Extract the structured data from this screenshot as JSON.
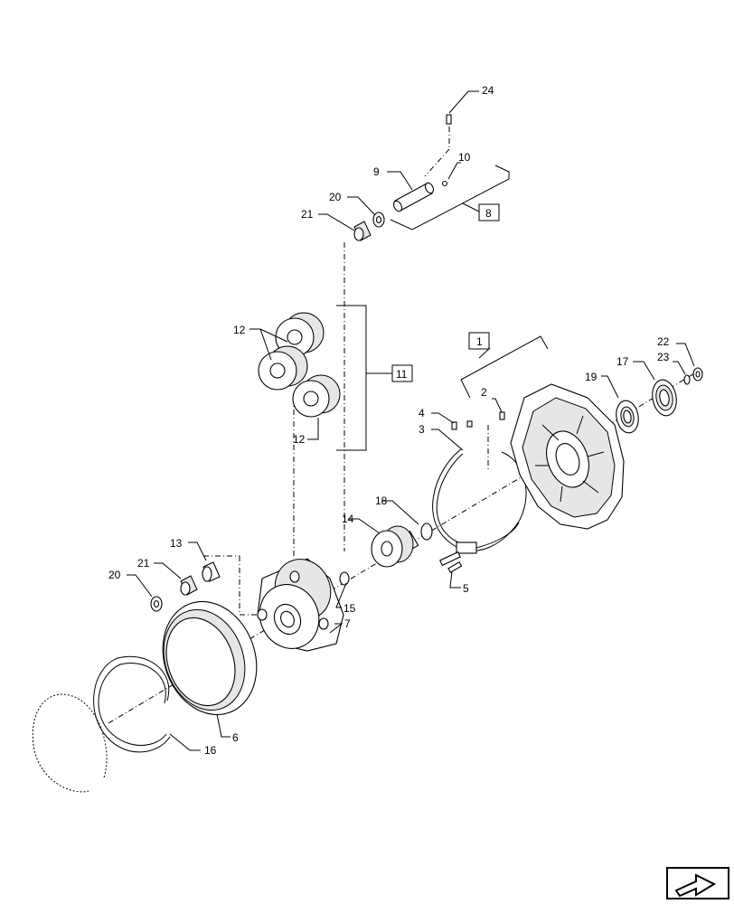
{
  "callouts": {
    "c1": "1",
    "c2": "2",
    "c3": "3",
    "c4": "4",
    "c5": "5",
    "c6": "6",
    "c7": "7",
    "c8": "8",
    "c9": "9",
    "c10": "10",
    "c11": "11",
    "c12a": "12",
    "c12b": "12",
    "c13": "13",
    "c14": "14",
    "c15": "15",
    "c16": "16",
    "c17": "17",
    "c18": "18",
    "c19": "19",
    "c20a": "20",
    "c20b": "20",
    "c21a": "21",
    "c21b": "21",
    "c22": "22",
    "c23": "23",
    "c24": "24"
  },
  "nav_icon": "next-page-arrow-icon"
}
